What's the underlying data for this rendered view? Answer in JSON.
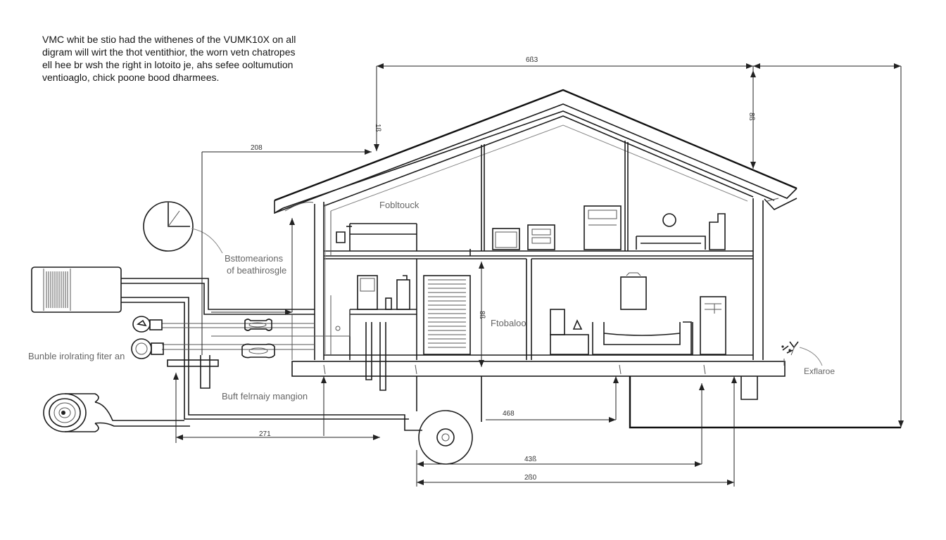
{
  "intro": {
    "lines": [
      "VMC whit be stio had the withenes of the VUMK10X on all",
      "digram will wirt the thot ventithior, the worn vetn chatropes",
      "ell hee br wsh the right in lotoito je, ahs sefee ooltumution",
      "ventioaglo, chick poone bood dharmees."
    ]
  },
  "labels": {
    "attic": "Fobltouck",
    "floor": "Ftobaloo",
    "heat_recovery_line1": "Bsttomearions",
    "heat_recovery_line2": "of beathirosgle",
    "bundle": "Bunble irolrating fiter an",
    "basement": "Buft felrnaiy mangion",
    "exhaust": "Exflaroe"
  },
  "dimensions": {
    "top_width": "6ß3",
    "left_span": "208",
    "roof_left_height": "1ß",
    "roof_right_height": "8ß",
    "floor_height": "8ß",
    "bottom_left": "271",
    "bottom_mid": "468",
    "bottom_lower": "43ß",
    "bottom_total": "2ß0"
  },
  "components": [
    "vmc-unit",
    "vent-duct",
    "round-fan",
    "damper",
    "filter",
    "wheel",
    "foundation",
    "roof"
  ]
}
